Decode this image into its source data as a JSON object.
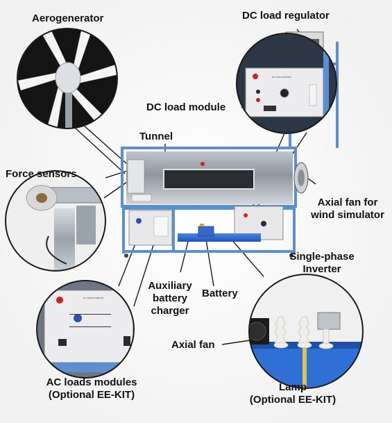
{
  "labels": {
    "aerogenerator": "Aerogenerator",
    "dc_load_regulator": "DC load regulator",
    "dc_load_module": "DC load module",
    "tunnel": "Tunnel",
    "force_sensors": "Force sensors",
    "axial_fan_wind_line1": "Axial fan for",
    "axial_fan_wind_line2": "wind simulator",
    "single_phase_line1": "Single-phase",
    "single_phase_line2": "Inverter",
    "aux_line1": "Auxiliary",
    "aux_line2": "battery",
    "aux_line3": "charger",
    "battery": "Battery",
    "axial_fan": "Axial fan",
    "ac_loads_line1": "AC loads modules",
    "ac_loads_line2": "(Optional EE-KIT)",
    "lamp_line1": "Lamp",
    "lamp_line2": "(Optional EE-KIT)"
  },
  "colors": {
    "frame": "#5a8fd0",
    "callout_line": "#1a1a1a",
    "base_blue": "#2f6fd6",
    "panel": "#e8e8ea"
  }
}
